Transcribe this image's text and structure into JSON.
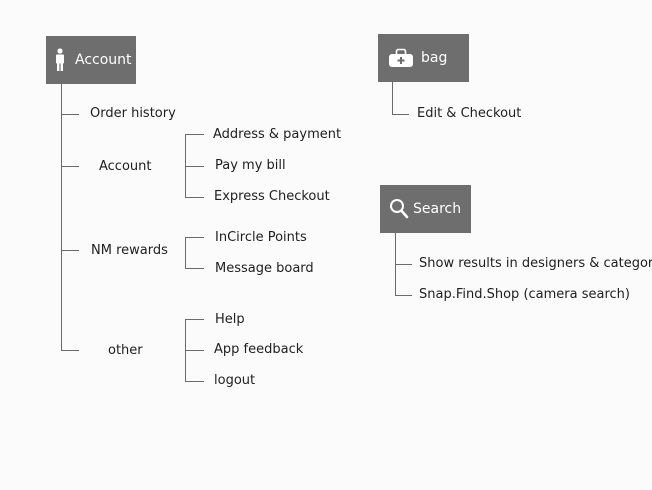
{
  "account_tree": {
    "title": "Account",
    "icon": "person-icon",
    "children": [
      {
        "label": "Order history"
      },
      {
        "label": "Account",
        "children": [
          "Address & payment",
          "Pay my bill",
          "Express Checkout"
        ]
      },
      {
        "label": "NM rewards",
        "children": [
          "InCircle Points",
          "Message board"
        ]
      },
      {
        "label": "other",
        "children": [
          "Help",
          "App feedback",
          "logout"
        ]
      }
    ]
  },
  "bag_tree": {
    "title": "bag",
    "icon": "bag-icon",
    "children": [
      "Edit & Checkout"
    ]
  },
  "search_tree": {
    "title": "Search",
    "icon": "search-icon",
    "children": [
      "Show results in designers & categories",
      "Snap.Find.Shop (camera search)"
    ]
  },
  "colors": {
    "box_fill": "#6e6e6e",
    "box_text": "#ffffff",
    "line": "#6a6a6a",
    "text": "#1e1e1e"
  }
}
